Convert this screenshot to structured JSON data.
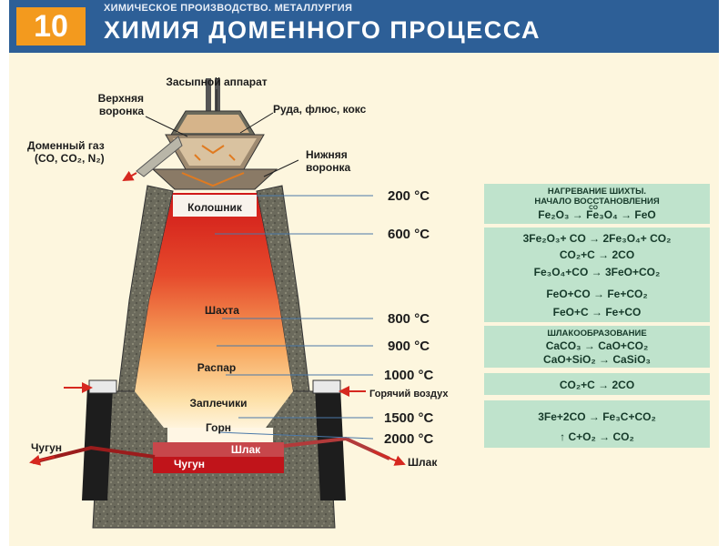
{
  "header": {
    "number": "10",
    "subtitle": "ХИМИЧЕСКОЕ ПРОИЗВОДСТВО. МЕТАЛЛУРГИЯ",
    "title": "ХИМИЯ ДОМЕННОГО ПРОЦЕССА"
  },
  "labels": {
    "charger": "Засыпной аппарат",
    "upper_funnel_1": "Верхняя",
    "upper_funnel_2": "воронка",
    "charge": "Руда, флюс, кокс",
    "gas_1": "Доменный газ",
    "gas_2": "(CO, CO₂, N₂)",
    "lower_funnel_1": "Нижняя",
    "lower_funnel_2": "воронка",
    "kolosnik": "Колошник",
    "shakhta": "Шахта",
    "raspar": "Распар",
    "zaplechiki": "Заплечики",
    "gorn": "Горн",
    "slag_zone": "Шлак",
    "iron_zone": "Чугун",
    "hot_air": "Горячий воздух",
    "iron_out": "Чугун",
    "slag_out": "Шлак"
  },
  "temperatures": [
    "200 °C",
    "600 °C",
    "800 °C",
    "900 °C",
    "1000 °C",
    "1500 °C",
    "2000 °C"
  ],
  "reactions": {
    "box1": {
      "head1": "НАГРЕВАНИЕ ШИХТЫ.",
      "head2": "НАЧАЛО ВОССТАНОВЛЕНИЯ",
      "eq": "Fe₂O₃ → Fe₃O₄ → FeO",
      "over_arrow": "CO"
    },
    "box2": [
      "3Fe₂O₃+ CO → 2Fe₃O₄+ CO₂",
      "CO₂+C → 2CO",
      "Fe₃O₄+CO → 3FeO+CO₂",
      "FeO+CO → Fe+CO₂",
      "FeO+C → Fe+CO"
    ],
    "box3": {
      "head": "ШЛАКООБРАЗОВАНИЕ",
      "eqs": [
        "CaCO₃ → CaO+CO₂",
        "CaO+SiO₂ → CaSiO₃"
      ]
    },
    "box4": [
      "CO₂+C → 2CO"
    ],
    "box5": [
      "3Fe+2CO → Fe₃C+CO₂",
      "↑ C+O₂ → CO₂"
    ]
  },
  "colors": {
    "header_blue": "#2d5f97",
    "number_orange": "#f39a1e",
    "reaction_box": "#bfe3cc",
    "brick": "#6b6a5c"
  }
}
